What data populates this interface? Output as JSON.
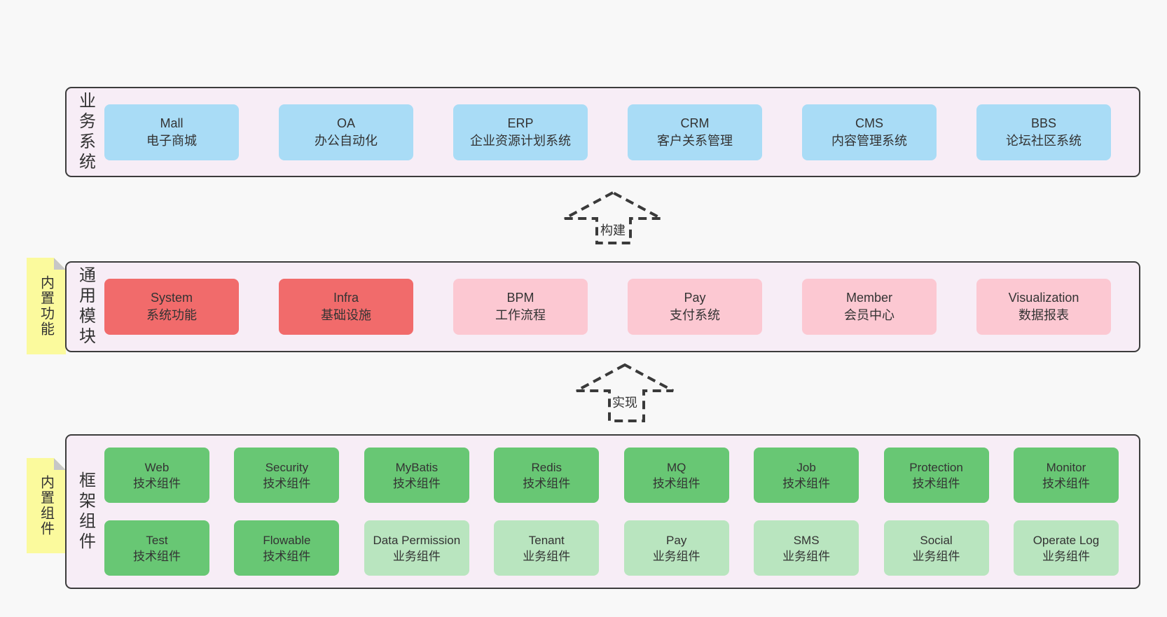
{
  "palette": {
    "page_bg": "#f8f8f8",
    "band_bg": "#f7edf6",
    "band_border": "#3c3c3c",
    "box_blue": "#a9dcf6",
    "box_red": "#f16b6b",
    "box_pink": "#fcc8d2",
    "box_green": "#68c774",
    "box_light_green": "#b9e5bf",
    "note_yellow": "#fbfa9d",
    "note_fold_gray": "#c7c7c7",
    "text": "#333333"
  },
  "arrows": [
    {
      "label": "构建"
    },
    {
      "label": "实现"
    }
  ],
  "bands": [
    {
      "label": "业务系统",
      "boxes": [
        {
          "title": "Mall",
          "subtitle": "电子商城",
          "variant": "blue"
        },
        {
          "title": "OA",
          "subtitle": "办公自动化",
          "variant": "blue"
        },
        {
          "title": "ERP",
          "subtitle": "企业资源计划系统",
          "variant": "blue"
        },
        {
          "title": "CRM",
          "subtitle": "客户关系管理",
          "variant": "blue"
        },
        {
          "title": "CMS",
          "subtitle": "内容管理系统",
          "variant": "blue"
        },
        {
          "title": "BBS",
          "subtitle": "论坛社区系统",
          "variant": "blue"
        }
      ]
    },
    {
      "label": "通用模块",
      "note": "内置功能",
      "boxes": [
        {
          "title": "System",
          "subtitle": "系统功能",
          "variant": "red"
        },
        {
          "title": "Infra",
          "subtitle": "基础设施",
          "variant": "red"
        },
        {
          "title": "BPM",
          "subtitle": "工作流程",
          "variant": "pink"
        },
        {
          "title": "Pay",
          "subtitle": "支付系统",
          "variant": "pink"
        },
        {
          "title": "Member",
          "subtitle": "会员中心",
          "variant": "pink"
        },
        {
          "title": "Visualization",
          "subtitle": "数据报表",
          "variant": "pink"
        }
      ]
    },
    {
      "label": "框架组件",
      "note": "内置组件",
      "rows": [
        [
          {
            "title": "Web",
            "subtitle": "技术组件",
            "variant": "green"
          },
          {
            "title": "Security",
            "subtitle": "技术组件",
            "variant": "green"
          },
          {
            "title": "MyBatis",
            "subtitle": "技术组件",
            "variant": "green"
          },
          {
            "title": "Redis",
            "subtitle": "技术组件",
            "variant": "green"
          },
          {
            "title": "MQ",
            "subtitle": "技术组件",
            "variant": "green"
          },
          {
            "title": "Job",
            "subtitle": "技术组件",
            "variant": "green"
          },
          {
            "title": "Protection",
            "subtitle": "技术组件",
            "variant": "green"
          },
          {
            "title": "Monitor",
            "subtitle": "技术组件",
            "variant": "green"
          }
        ],
        [
          {
            "title": "Test",
            "subtitle": "技术组件",
            "variant": "green"
          },
          {
            "title": "Flowable",
            "subtitle": "技术组件",
            "variant": "green"
          },
          {
            "title": "Data Permission",
            "subtitle": "业务组件",
            "variant": "light-green"
          },
          {
            "title": "Tenant",
            "subtitle": "业务组件",
            "variant": "light-green"
          },
          {
            "title": "Pay",
            "subtitle": "业务组件",
            "variant": "light-green"
          },
          {
            "title": "SMS",
            "subtitle": "业务组件",
            "variant": "light-green"
          },
          {
            "title": "Social",
            "subtitle": "业务组件",
            "variant": "light-green"
          },
          {
            "title": "Operate Log",
            "subtitle": "业务组件",
            "variant": "light-green"
          }
        ]
      ]
    }
  ]
}
